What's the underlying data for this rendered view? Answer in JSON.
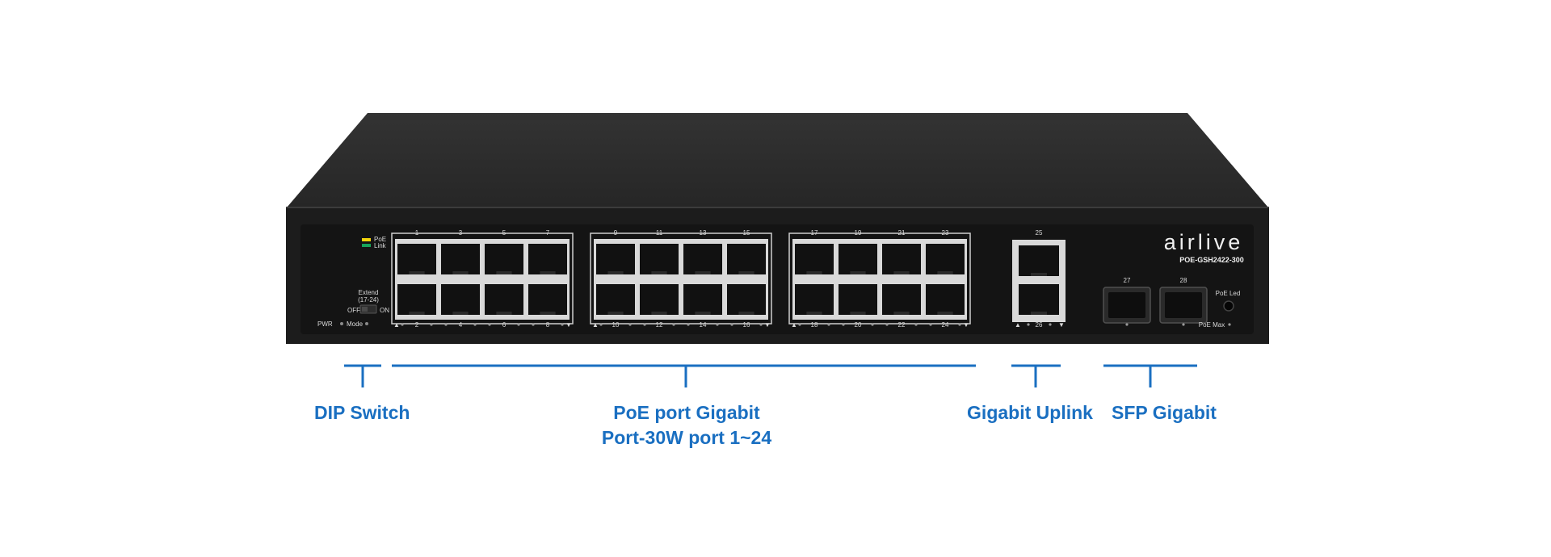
{
  "brand": {
    "logo_text": "airlive",
    "model": "POE-GSH2422-300"
  },
  "front_panel": {
    "legend_poe": "PoE",
    "legend_link": "Link",
    "dip_label_line1": "Extend",
    "dip_label_line2": "(17-24)",
    "dip_off": "OFF",
    "dip_on": "ON",
    "pwr_label": "PWR",
    "mode_label": "Mode",
    "poe_led_label": "PoE Led",
    "poe_max_label": "PoE Max",
    "port_top_numbers": [
      "1",
      "3",
      "5",
      "7",
      "9",
      "11",
      "13",
      "15",
      "17",
      "19",
      "21",
      "23"
    ],
    "port_bottom_numbers": [
      "2",
      "4",
      "6",
      "8",
      "10",
      "12",
      "14",
      "16",
      "18",
      "20",
      "22",
      "24"
    ],
    "uplink_top_number": "25",
    "uplink_bottom_number": "26",
    "sfp_numbers": [
      "27",
      "28"
    ]
  },
  "callouts": {
    "dip_switch": "DIP Switch",
    "poe_ports_line1": "PoE port Gigabit",
    "poe_ports_line2": "Port-30W port 1~24",
    "gigabit_uplink": "Gigabit Uplink",
    "sfp_gigabit": "SFP Gigabit"
  },
  "colors": {
    "callout_blue": "#1a6fc1",
    "chassis_top": "#2b2b2b",
    "chassis_front": "#1c1c1c",
    "poe_led_yellow": "#f2d40c",
    "link_led_green": "#17a35a"
  }
}
